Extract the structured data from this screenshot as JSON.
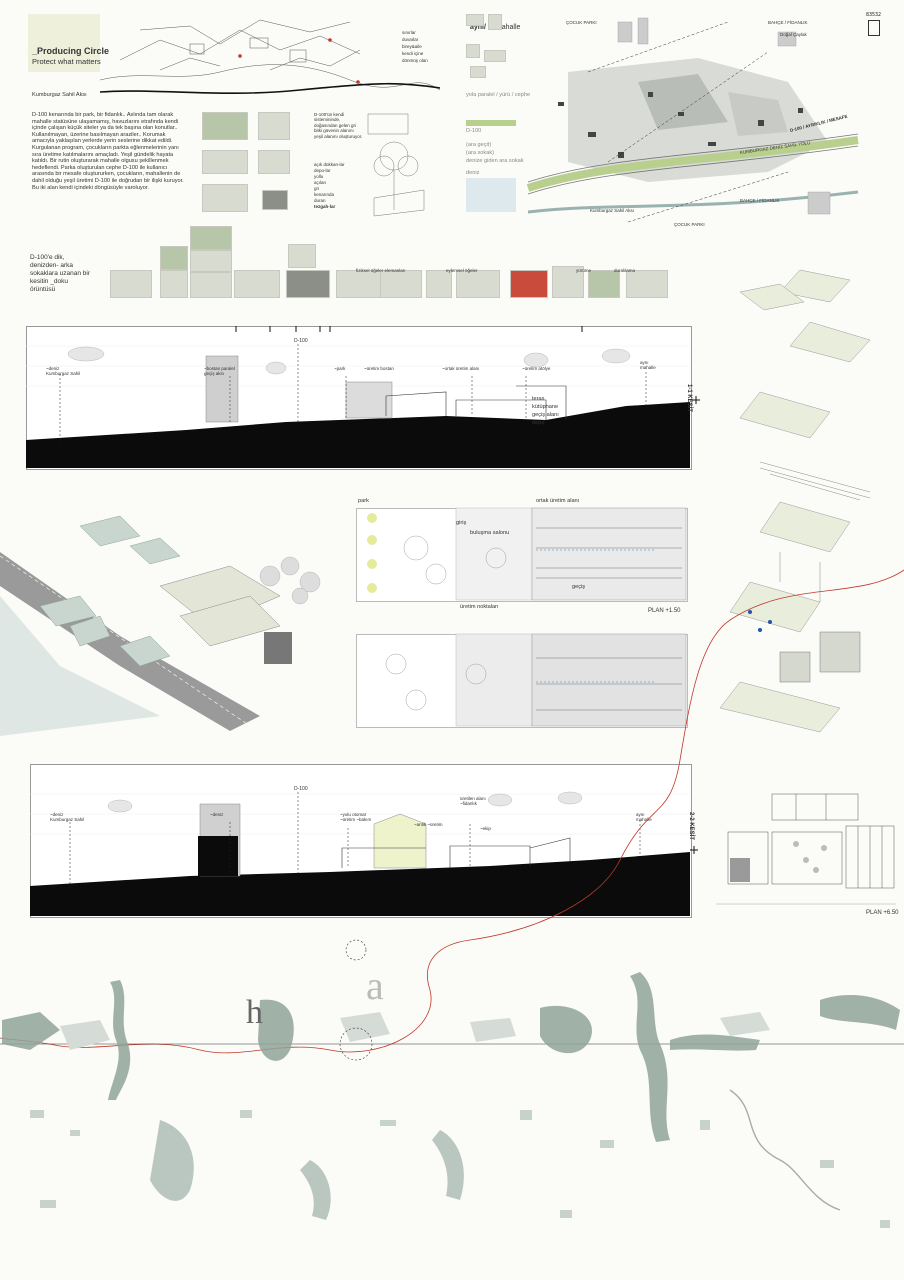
{
  "project_code": "83532",
  "title": {
    "main": "_Producing Circle",
    "sub": "Protect what matters"
  },
  "top_sketch": {
    "coast_label": "Kumburgaz Sahil Aksı",
    "notes": [
      "sınırlar",
      "duvarlar",
      "birey&aile",
      "kendi içine",
      "dönmüş olan"
    ]
  },
  "intro_text": "D-100 kenarında bir park, bir fidanlık.. Aslında tam olarak mahalle statüsüne ulaşamamış, havuzlarını etrafında kendi içinde çalışan küçük siteler ya da tek başına olan konutlar.. Kullanılmayan, üzerine basılmayan araziler.. Korumak amacıyla yaklaşılan yerlerde yerin seslerine dikkat edildi. Kurgulanan program, çocukların parkta eğlenmelerinin yanı sıra üretime katılmalarını amaçladı. Yeşil gündelik hayata katıldı. Bir rutin oluşturarak mahalle olgusu şekillenmek hedeflendi. Parka oluşturulan cephe D-100 ile kullanıcı arasında bir mesafe oluştururken, çocukların, mahallenin de dahil olduğu yeşil üretimi D-100 ile doğrudan bir ilişki kuruyor. Bu iki alan kendi içindeki döngüsüyle varoluyor.",
  "d100_note": "D-100'ün kendi sistemininde, doğasından gelen gri bitki güvenin alanını yeşil alanını oluşturuyor.",
  "d100_note2": [
    "açık dükkan-lar",
    "depo-lar",
    "yollu",
    "açılan",
    "gri",
    "kenarında",
    "duran",
    "tezgah-lar"
  ],
  "legend_words": {
    "header1": "aynı/",
    "header2": "mahalle",
    "items": [
      "yola paralel / yürü / cephe",
      "D-100",
      "(ara geçit)",
      "(ara sokak)",
      "denize giden ara sokak",
      "deniz"
    ]
  },
  "map_labels": [
    "ÇOCUK PARKI",
    "BAHÇE / FİDANLIK",
    "Doğal Çaylak",
    "D-100 / AYRIKLIK / MESAFE",
    "KUMBURGAZ DENİZ SAHİL YOLU",
    "Kumburgaz Sahil Aksı",
    "ÇOCUK PARKI",
    "BAHÇE / FİDANLIK"
  ],
  "strip": {
    "question": "D-100'e dik, denizden- arka sokaklara uzanan bir kesitin _doku örüntüsü",
    "label_a": "fiziksel öğeler elemanları",
    "label_b": "eylemsel öğeler",
    "label_c": "yürüme",
    "label_d": "duraklama"
  },
  "section1": {
    "label": "1-1 KESİT",
    "road": "D-100",
    "tags": [
      "~deniz Kumburgaz Sahil",
      "~bostan paralel geçiş aksı",
      "~park",
      "~üretim bostan",
      "~ortak üretim alanı",
      "~üretim atölye",
      "aynı mahalle"
    ],
    "levels": [
      "teras",
      "kütüphane",
      "geçiş alanı",
      "depo"
    ]
  },
  "plan1": {
    "title": "PLAN +1.50",
    "labels": [
      "park",
      "ortak üretim alanı",
      "giriş",
      "buluşma salonu",
      "geçiş",
      "üretim noktaları"
    ]
  },
  "section2": {
    "label": "2-2 KESİT",
    "road": "D-100",
    "tags": [
      "~deniz Kumburgaz Sahil",
      "~deniz",
      "~yolu otomat ~üretim ~bakım",
      "~antik ~üretim",
      "~ekip",
      "üretilen alanı ~fidanlık",
      "aynı mahalle"
    ]
  },
  "plan2": {
    "title": "PLAN +6.50"
  },
  "timeline_words": [
    "h",
    "a"
  ],
  "colors": {
    "accent_red": "#c0392b",
    "sage": "#8fa39a",
    "pale": "#dfe6d4",
    "black": "#0b0b0b",
    "title_bg": "#eef0dc"
  }
}
